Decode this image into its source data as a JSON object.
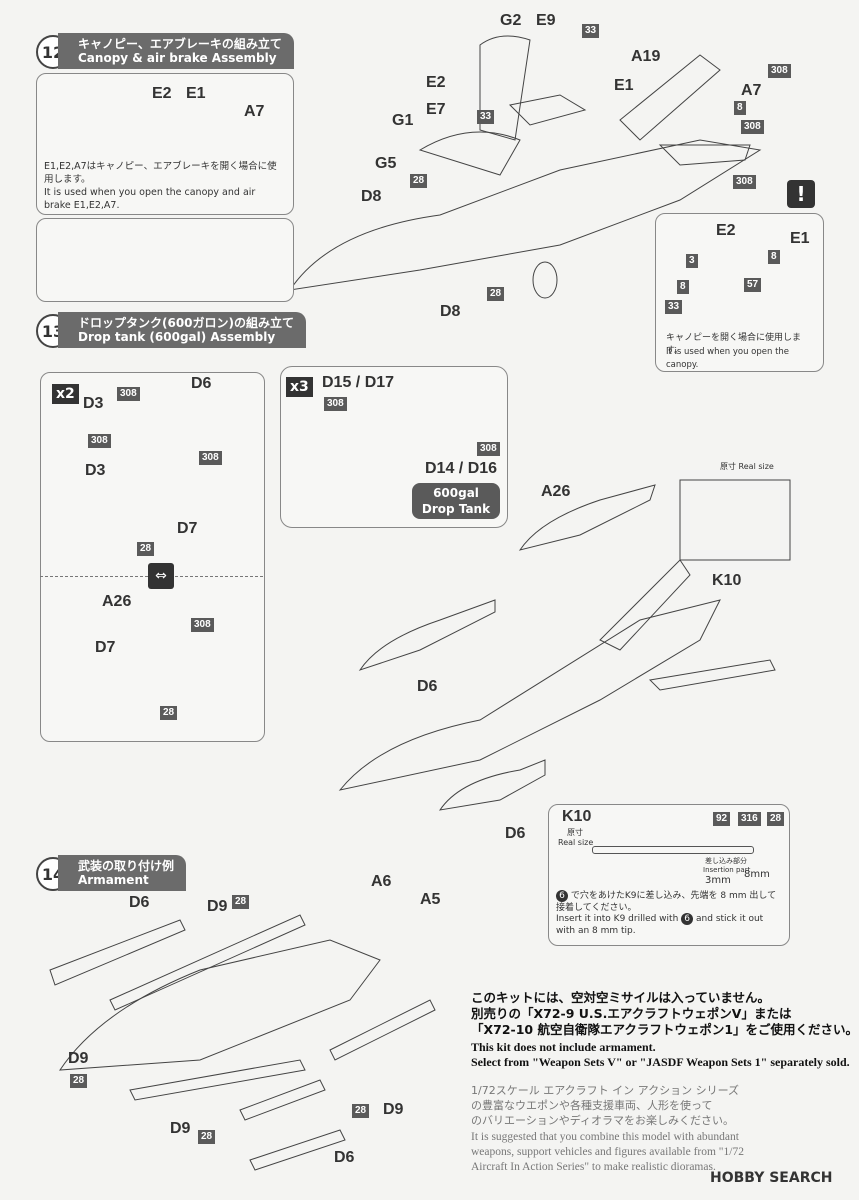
{
  "step12": {
    "number": "12",
    "title_jp": "キャノピー、エアブレーキの組み立て",
    "title_en": "Canopy & air brake Assembly",
    "inset_labels": [
      "E2",
      "E1",
      "A7"
    ],
    "inset_note_jp": "E1,E2,A7はキャノピー、エアブレーキを開く場合に使用します。",
    "inset_note_en": "It is used when you open the canopy and air brake E1,E2,A7.",
    "part_labels": [
      "G2",
      "E9",
      "A19",
      "E2",
      "E1",
      "A7",
      "G1",
      "E7",
      "G5",
      "D8",
      "D8"
    ],
    "part_numbers": [
      "33",
      "308",
      "33",
      "8",
      "308",
      "308",
      "28",
      "28"
    ],
    "detail": {
      "labels": [
        "E2",
        "E1"
      ],
      "numbers": [
        "3",
        "8",
        "8",
        "57",
        "33"
      ],
      "note_jp": "キャノピーを開く場合に使用します。",
      "note_en": "It is used when you open the canopy.",
      "warning_icon": "exclamation-icon"
    }
  },
  "step13": {
    "number": "13",
    "title_jp": "ドロップタンク(600ガロン)の組み立て",
    "title_en": "Drop tank (600gal) Assembly",
    "left_panel": {
      "multiplier": "x2",
      "labels": [
        "D3",
        "D6",
        "D3",
        "D7",
        "A26",
        "D7"
      ],
      "numbers": [
        "308",
        "308",
        "308",
        "28",
        "308",
        "28"
      ]
    },
    "callout": {
      "multiplier": "x3",
      "labels": [
        "D15 / D17",
        "D14 / D16"
      ],
      "numbers": [
        "308",
        "308"
      ],
      "tank_label_line1": "600gal",
      "tank_label_line2": "Drop Tank"
    },
    "aircraft_labels": [
      "A26",
      "K10",
      "D6",
      "D6"
    ],
    "real_size_label": "原寸 Real size"
  },
  "k10_box": {
    "title": "K10",
    "real_size_jp": "原寸",
    "real_size_en": "Real size",
    "numbers": [
      "92",
      "316",
      "28"
    ],
    "insertion_jp": "差し込み部分",
    "insertion_en": "Insertion part",
    "dim_3mm": "3mm",
    "dim_8mm": "8mm",
    "note_jp": "で穴をあけたK9に差し込み、先端を 8 mm 出して接着してください。",
    "note_jp_num": "6",
    "note_en_1": "Insert it into K9 drilled with",
    "note_en_num": "6",
    "note_en_2": "and stick it out with an 8 mm tip."
  },
  "step14": {
    "number": "14",
    "title_jp": "武装の取り付け例",
    "title_en": "Armament",
    "labels": [
      "D6",
      "D9",
      "A6",
      "A5",
      "D9",
      "D9",
      "D9",
      "D6"
    ],
    "numbers": [
      "28",
      "28",
      "28",
      "28"
    ]
  },
  "notes": {
    "jp_line1": "このキットには、空対空ミサイルは入っていません。",
    "jp_line2": "別売りの「X72-9 U.S.エアクラフトウェポンV」または",
    "jp_line3": "「X72-10 航空自衛隊エアクラフトウェポン1」をご使用ください。",
    "en_line1": "This kit does not include armament.",
    "en_line2": "Select from \"Weapon Sets V\" or \"JASDF Weapon Sets 1\" separately sold.",
    "jp2_line1": "1/72スケール エアクラフト イン アクション シリーズ",
    "jp2_line2": "の豊富なウエポンや各種支援車両、人形を使って",
    "jp2_line3": "のバリエーションやディオラマをお楽しみください。",
    "en2_line1": "It is suggested that you combine this model with abundant",
    "en2_line2": "weapons, support vehicles and figures available from \"1/72",
    "en2_line3": "Aircraft In Action Series\" to make realistic dioramas."
  },
  "watermark": "HOBBY SEARCH"
}
